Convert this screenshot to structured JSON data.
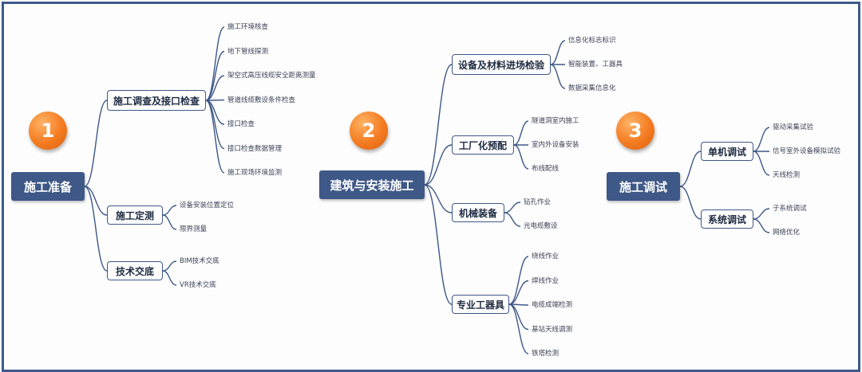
{
  "colors": {
    "node": "#3e5887",
    "line": "#3e5887",
    "badge": "#f47b20",
    "border": "#3d5a8a"
  },
  "sections": [
    {
      "badge": "1",
      "root": "施工准备",
      "children": [
        {
          "label": "施工调查及接口检查",
          "items": [
            "施工环境核查",
            "地下管线探测",
            "架空式高压线缆安全距离测量",
            "管道线缆敷设条件检查",
            "接口检查",
            "接口检查数据管理",
            "施工现场环境监测"
          ]
        },
        {
          "label": "施工定测",
          "items": [
            "设备安装位置定位",
            "限界测量"
          ]
        },
        {
          "label": "技术交底",
          "items": [
            "BIM技术交底",
            "VR技术交底"
          ]
        }
      ]
    },
    {
      "badge": "2",
      "root": "建筑与安装施工",
      "children": [
        {
          "label": "设备及材料进场检验",
          "items": [
            "信息化标志标识",
            "智能装置、工器具",
            "数据采集信息化"
          ]
        },
        {
          "label": "工厂化预配",
          "items": [
            "隧道洞室内施工",
            "室内外设备安装",
            "布线配线"
          ]
        },
        {
          "label": "机械装备",
          "items": [
            "钻孔作业",
            "光电缆敷设"
          ]
        },
        {
          "label": "专业工器具",
          "items": [
            "绕线作业",
            "焊线作业",
            "电缆成端检测",
            "基站天线调测",
            "铁塔检测"
          ]
        }
      ]
    },
    {
      "badge": "3",
      "root": "施工调试",
      "children": [
        {
          "label": "单机调试",
          "items": [
            "驱动采集试验",
            "信号室外设备模拟试验",
            "天线检测"
          ]
        },
        {
          "label": "系统调试",
          "items": [
            "子系统调试",
            "网络优化"
          ]
        }
      ]
    }
  ]
}
